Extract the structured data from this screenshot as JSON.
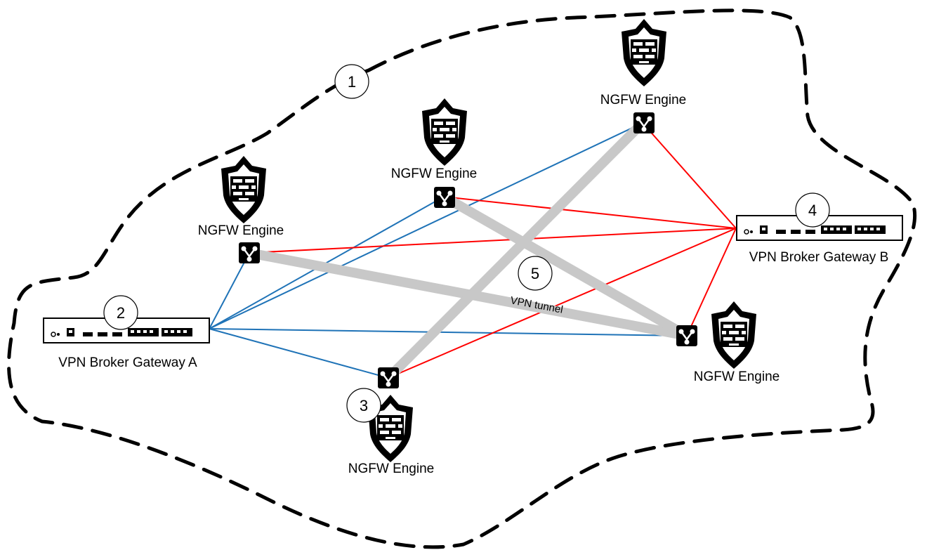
{
  "colors": {
    "boundary": "#000000",
    "broker_a_links": "#1f73b7",
    "broker_b_links": "#ff0000",
    "vpn_tunnel": "#c8c8c8",
    "node_icon": "#000000"
  },
  "icons": {
    "engine": "firewall-shield-icon",
    "interface": "vpn-node-icon",
    "gateway": "network-appliance-icon"
  },
  "engines": [
    {
      "label": "NGFW Engine"
    },
    {
      "label": "NGFW Engine"
    },
    {
      "label": "NGFW Engine"
    },
    {
      "label": "NGFW Engine"
    },
    {
      "label": "NGFW Engine"
    }
  ],
  "gateways": {
    "a": {
      "label": "VPN Broker Gateway A"
    },
    "b": {
      "label": "VPN Broker Gateway B"
    }
  },
  "callouts": [
    "1",
    "2",
    "3",
    "4",
    "5"
  ],
  "tunnel_label": "VPN tunnel"
}
